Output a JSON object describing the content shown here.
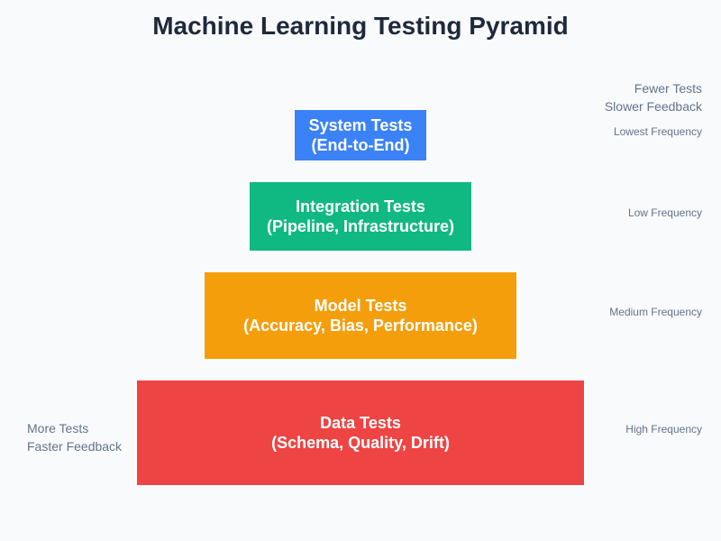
{
  "title": "Machine Learning Testing Pyramid",
  "layers": [
    {
      "name": "System Tests",
      "detail": "(End-to-End)",
      "color": "#3b82f6",
      "frequency": "Lowest Frequency"
    },
    {
      "name": "Integration Tests",
      "detail": "(Pipeline, Infrastructure)",
      "color": "#10b981",
      "frequency": "Low Frequency"
    },
    {
      "name": "Model Tests",
      "detail": "(Accuracy, Bias, Performance)",
      "color": "#f59e0b",
      "frequency": "Medium Frequency"
    },
    {
      "name": "Data Tests",
      "detail": "(Schema, Quality, Drift)",
      "color": "#ef4444",
      "frequency": "High Frequency"
    }
  ],
  "top_note": {
    "line1": "Fewer Tests",
    "line2": "Slower Feedback"
  },
  "bottom_note": {
    "line1": "More Tests",
    "line2": "Faster Feedback"
  }
}
